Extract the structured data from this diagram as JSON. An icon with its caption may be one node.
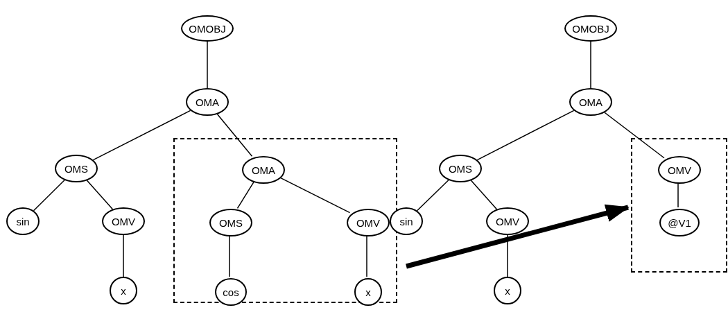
{
  "diagram": {
    "nodes": [
      {
        "text": [
          "OMOBJ"
        ]
      },
      {
        "text": [
          "OMA"
        ]
      },
      {
        "text": [
          "OMS"
        ]
      },
      {
        "text": [
          "sin"
        ]
      },
      {
        "text": [
          "OMV"
        ]
      },
      {
        "text": [
          "x"
        ]
      },
      {
        "text": [],
        "shape": "box"
      },
      {
        "text": [
          "OMA"
        ],
        "in": 6
      },
      {
        "text": [
          "OMS"
        ],
        "in": 6
      },
      {
        "text": [
          "OMV"
        ],
        "in": 6
      },
      {
        "text": [
          "cos"
        ],
        "in": 6
      },
      {
        "text": [
          "x"
        ],
        "in": 6
      },
      {
        "text": [
          "OMOBJ"
        ]
      },
      {
        "text": [
          "OMA"
        ]
      },
      {
        "text": [
          "OMS"
        ]
      },
      {
        "text": [
          "sin"
        ]
      },
      {
        "text": [
          "OMV"
        ]
      },
      {
        "text": [
          "x"
        ]
      },
      {
        "text": [],
        "shape": "box"
      },
      {
        "text": [
          "OMV"
        ],
        "in": 18
      },
      {
        "text": [
          "@V1"
        ],
        "in": 18
      }
    ],
    "edges": [
      {
        "from": 0,
        "to": 1,
        "arrow": "none"
      },
      {
        "from": 1,
        "to": 2,
        "arrow": "none"
      },
      {
        "from": 1,
        "to": 7,
        "arrow": "none"
      },
      {
        "from": 2,
        "to": 3,
        "arrow": "none"
      },
      {
        "from": 2,
        "to": 4,
        "arrow": "none"
      },
      {
        "from": 4,
        "to": 5,
        "arrow": "none"
      },
      {
        "from": 7,
        "to": 8,
        "arrow": "none"
      },
      {
        "from": 7,
        "to": 9,
        "arrow": "none"
      },
      {
        "from": 8,
        "to": 10,
        "arrow": "none"
      },
      {
        "from": 9,
        "to": 11,
        "arrow": "none"
      },
      {
        "from": 12,
        "to": 13,
        "arrow": "none"
      },
      {
        "from": 13,
        "to": 14,
        "arrow": "none"
      },
      {
        "from": 13,
        "to": 19,
        "arrow": "none"
      },
      {
        "from": 14,
        "to": 15,
        "arrow": "none"
      },
      {
        "from": 14,
        "to": 16,
        "arrow": "none"
      },
      {
        "from": 16,
        "to": 17,
        "arrow": "none"
      },
      {
        "from": 19,
        "to": 20,
        "arrow": "none"
      },
      {
        "from": 6,
        "to": 18,
        "arrow": "to",
        "style": "thick"
      }
    ]
  }
}
